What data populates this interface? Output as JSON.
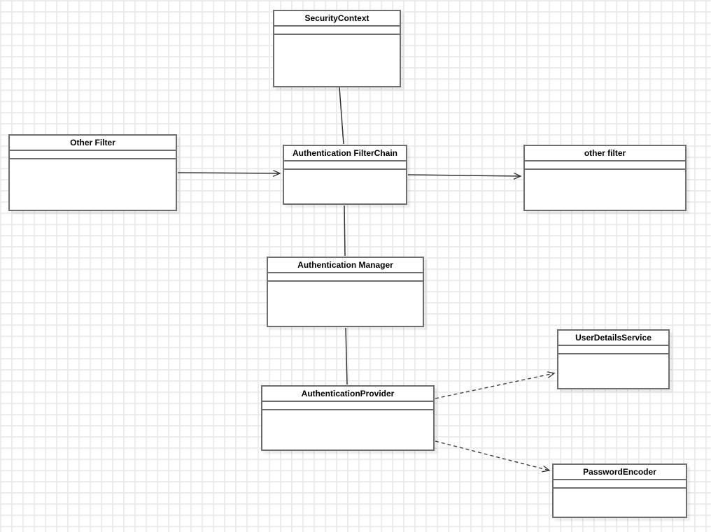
{
  "diagram": {
    "title": "Spring Security authentication architecture UML class diagram",
    "type": "uml-class-diagram",
    "nodes": [
      {
        "id": "security-context",
        "label": "SecurityContext"
      },
      {
        "id": "other-filter-left",
        "label": "Other Filter"
      },
      {
        "id": "authentication-filterchain",
        "label": "Authentication FilterChain"
      },
      {
        "id": "other-filter-right",
        "label": "other filter"
      },
      {
        "id": "authentication-manager",
        "label": "Authentication Manager"
      },
      {
        "id": "authentication-provider",
        "label": "AuthenticationProvider"
      },
      {
        "id": "user-details-service",
        "label": "UserDetailsService"
      },
      {
        "id": "password-encoder",
        "label": "PasswordEncoder"
      }
    ],
    "edges": [
      {
        "from": "security-context",
        "to": "authentication-filterchain",
        "style": "solid",
        "arrow": "none"
      },
      {
        "from": "other-filter-left",
        "to": "authentication-filterchain",
        "style": "solid",
        "arrow": "open"
      },
      {
        "from": "authentication-filterchain",
        "to": "other-filter-right",
        "style": "solid",
        "arrow": "open"
      },
      {
        "from": "authentication-filterchain",
        "to": "authentication-manager",
        "style": "solid",
        "arrow": "none"
      },
      {
        "from": "authentication-manager",
        "to": "authentication-provider",
        "style": "solid",
        "arrow": "none"
      },
      {
        "from": "authentication-provider",
        "to": "user-details-service",
        "style": "dashed",
        "arrow": "open"
      },
      {
        "from": "authentication-provider",
        "to": "password-encoder",
        "style": "dashed",
        "arrow": "open"
      }
    ],
    "colors": {
      "box_border": "#6e6e6e",
      "box_fill": "#ffffff",
      "edge_stroke": "#333333",
      "grid_line": "#ececec",
      "canvas_bg": "#ffffff",
      "text": "#000000"
    }
  }
}
